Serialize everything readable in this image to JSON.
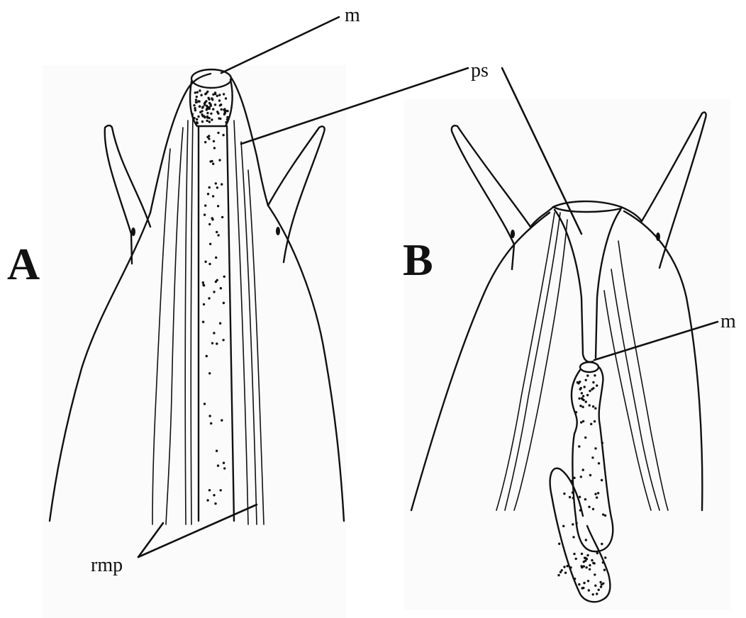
{
  "panels": [
    {
      "letter": "A"
    },
    {
      "letter": "B"
    }
  ],
  "labels": {
    "m_a": "m",
    "ps": "ps",
    "m_b": "m",
    "rmp": "rmp"
  },
  "colors": {
    "ink": "#111111",
    "background": "#ffffff"
  }
}
